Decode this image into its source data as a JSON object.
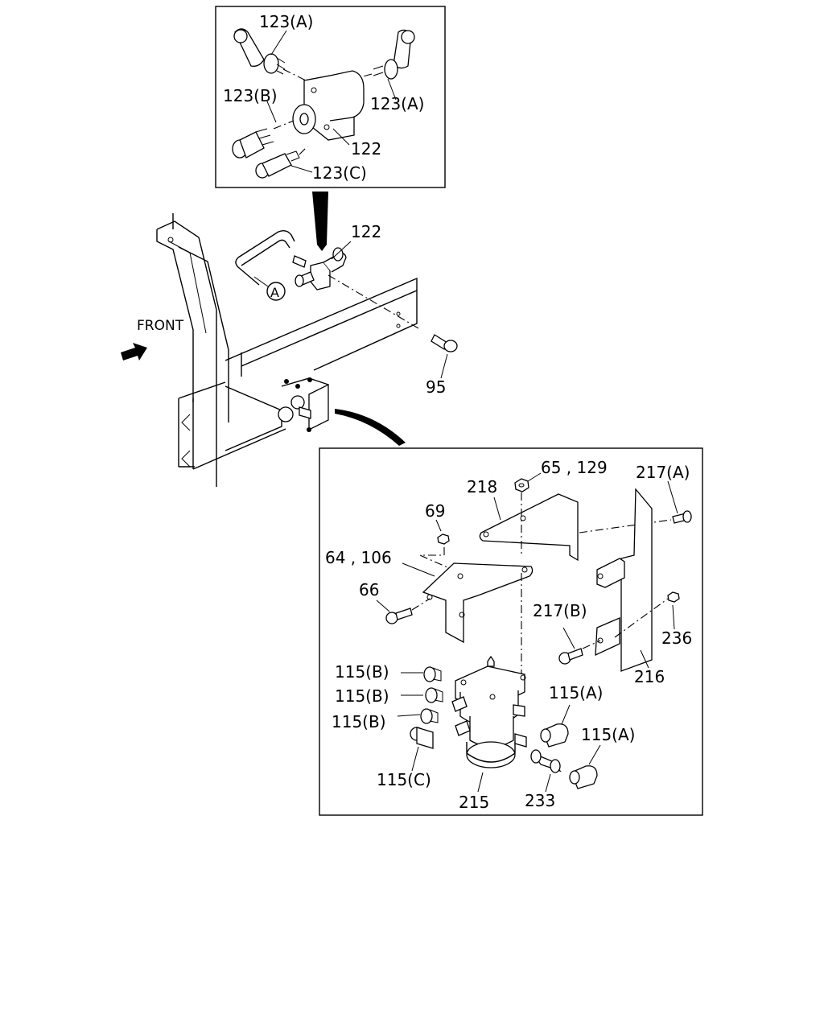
{
  "labels": {
    "l123a_top": "123(A)",
    "l123b": "123(B)",
    "l123a_right": "123(A)",
    "l122_inset": "122",
    "l123c": "123(C)",
    "l122_main": "122",
    "circle_a": "A",
    "front": "FRONT",
    "l95": "95",
    "l65_129": "65 , 129",
    "l217a": "217(A)",
    "l218": "218",
    "l69": "69",
    "l64_106": "64 , 106",
    "l66": "66",
    "l217b": "217(B)",
    "l236": "236",
    "l216": "216",
    "l115b_1": "115(B)",
    "l115b_2": "115(B)",
    "l115b_3": "115(B)",
    "l115a_1": "115(A)",
    "l115a_2": "115(A)",
    "l115c": "115(C)",
    "l215": "215",
    "l233": "233"
  }
}
